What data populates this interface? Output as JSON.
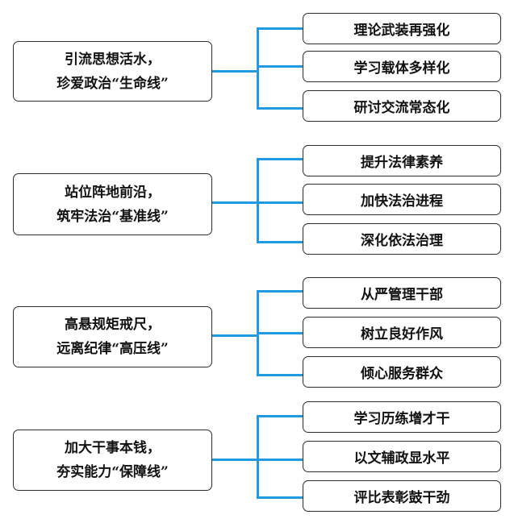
{
  "groups": [
    {
      "title_line1": "引流思想活水，",
      "title_line2": "珍爱政治“生命线”",
      "items": [
        "理论武装再强化",
        "学习载体多样化",
        "研讨交流常态化"
      ]
    },
    {
      "title_line1": "站位阵地前沿，",
      "title_line2": "筑牢法治“基准线”",
      "items": [
        "提升法律素养",
        "加快法治进程",
        "深化依法治理"
      ]
    },
    {
      "title_line1": "高悬规矩戒尺，",
      "title_line2": "远离纪律“高压线”",
      "items": [
        "从严管理干部",
        "树立良好作风",
        "倾心服务群众"
      ]
    },
    {
      "title_line1": "加大干事本钱，",
      "title_line2": "夯实能力“保障线”",
      "items": [
        "学习历练增才干",
        "以文辅政显水平",
        "评比表彰鼓干劲"
      ]
    }
  ],
  "colors": {
    "connector": "#1e9be0",
    "border": "#2b2b2b"
  }
}
